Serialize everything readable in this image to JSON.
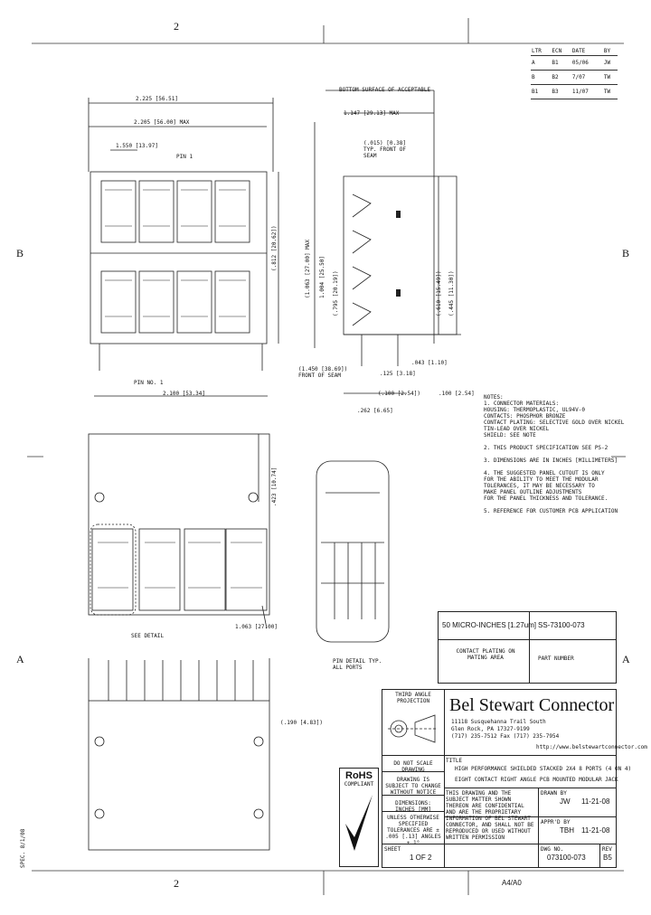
{
  "zones": {
    "top_left": "2",
    "bottom_left": "2",
    "left_upper": "B",
    "right_upper": "B",
    "left_lower": "A",
    "right_lower": "A"
  },
  "rev_table": {
    "headers": [
      "LTR",
      "ECN",
      "DATE",
      "BY"
    ],
    "rows": [
      [
        "A",
        "B1",
        "05/06",
        "JW"
      ],
      [
        "B",
        "B2",
        "7/07",
        "TW"
      ],
      [
        "B1",
        "B3",
        "11/07",
        "TW"
      ]
    ]
  },
  "dims": {
    "overall_width": "2.225 [56.51]",
    "max_width": "2.205 [56.00] MAX",
    "pitch": "1.550 [13.97]",
    "pin1": "PIN 1",
    "bottom_width": "2.100 [53.34]",
    "pin1_bottom": "PIN NO. 1",
    "height_left": "(.812 [20.62])",
    "bottom_surface": "BOTTOM SURFACE OF ACCEPTABLE",
    "depth": "1.147 [29.13] MAX",
    "pcb_ref": "(.015) [0.38] TYP. FRONT OF SEAM",
    "height_max": "(1.063 [27.00] MAX",
    "height_inner": "1.004 [25.50]",
    "height_mid": "(.795 [20.19])",
    "right_h1": "(.610 [15.49])",
    "right_h2": "(.445 [11.30])",
    "seam_label": "(1.450 [38.69]) FRONT OF SEAM",
    "d1": ".125 [3.18]",
    "d2": ".043 [1.10]",
    "d3": "(.100 [2.54])",
    "d4": ".100 [2.54]",
    "d5": ".262 [6.65]",
    "side_h": ".423 [10.74]",
    "d_panel": "1.063 [27.00]",
    "see_detail": "SEE DETAIL",
    "pin_detail": "PIN DETAIL TYP. ALL PORTS",
    "bottom_dim": "(.190 [4.83])"
  },
  "notes": {
    "title": "NOTES:",
    "lines": [
      "1. CONNECTOR MATERIALS:",
      "   HOUSING: THERMOPLASTIC, UL94V-0",
      "   CONTACTS: PHOSPHOR BRONZE",
      "   CONTACT PLATING: SELECTIVE GOLD OVER NICKEL",
      "                    TIN-LEAD OVER NICKEL",
      "   SHIELD: SEE NOTE",
      "",
      "2. THIS PRODUCT SPECIFICATION SEE PS-2",
      "",
      "3. DIMENSIONS ARE IN INCHES [MILLIMETERS]",
      "",
      "4. THE SUGGESTED PANEL CUTOUT IS ONLY",
      "   FOR THE ABILITY TO MEET THE MODULAR",
      "   TOLERANCES, IT MAY BE NECESSARY TO",
      "   MAKE PANEL OUTLINE ADJUSTMENTS",
      "   FOR THE PANEL THICKNESS AND TOLERANCE.",
      "",
      "5. REFERENCE FOR CUSTOMER PCB APPLICATION"
    ]
  },
  "part_row": {
    "plating": "50 MICRO-INCHES [1.27um]",
    "plating_sub": "CONTACT PLATING ON MATING AREA",
    "part_number": "SS-73100-073",
    "part_number_label": "PART NUMBER"
  },
  "title_block": {
    "projection": "THIRD ANGLE PROJECTION",
    "company": "Bel Stewart Connector",
    "addr1": "11118 Susquehanna Trail South",
    "addr2": "Glen Rock, PA 17327-9199",
    "addr3": "(717) 235-7512 Fax (717) 235-7954",
    "web": "http://www.belstewartconnector.com",
    "title_label": "TITLE",
    "title1": "HIGH PERFORMANCE SHIELDED STACKED 2X4 8 PORTS (4 ON 4)",
    "title2": "EIGHT CONTACT RIGHT ANGLE PCB MOUNTED MODULAR JACK",
    "do_not_scale": "DO NOT SCALE DRAWING",
    "subject": "DRAWING IS SUBJECT TO CHANGE WITHOUT NOTICE",
    "dims_in": "DIMENSIONS: INCHES [MM]",
    "tolerance": "UNLESS OTHERWISE SPECIFIED TOLERANCES ARE ± .005 [.13] ANGLES ± 1°",
    "rohs": "RoHS",
    "rohs_sub": "COMPLIANT",
    "drawn_label": "DRAWN BY",
    "drawn": "JW",
    "drawn_date": "11-21-08",
    "approved_label": "APPR'D BY",
    "approved": "TBH",
    "approved_date": "11-21-08",
    "confidential": "THIS DRAWING AND THE SUBJECT MATTER SHOWN THEREON ARE CONFIDENTIAL AND ARE THE PROPRIETARY INFORMATION OF BEL STEWART CONNECTOR, AND SHALL NOT BE REPRODUCED OR USED WITHOUT WRITTEN PERMISSION",
    "sheet_label": "SHEET",
    "sheet": "1 OF 2",
    "dwg_label": "DWG NO.",
    "dwg": "073100-073",
    "rev_label": "REV",
    "rev": "B5"
  },
  "footer_center": "A4/A0",
  "side_vertical": "SPEC. 8/1/08"
}
